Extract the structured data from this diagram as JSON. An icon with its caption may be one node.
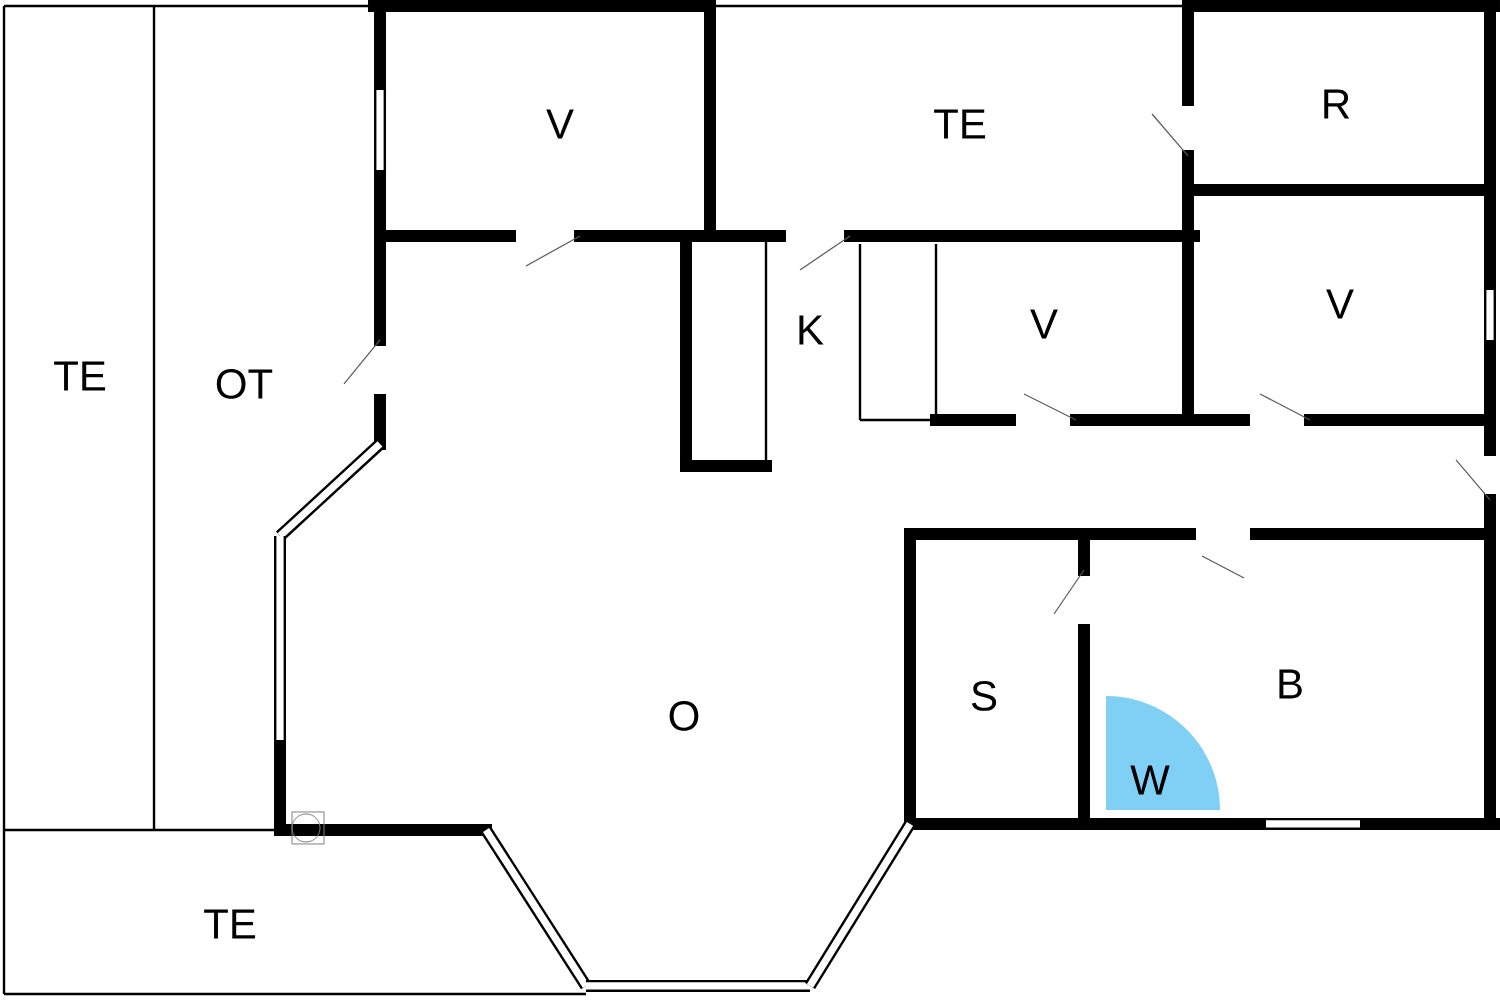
{
  "diagram": {
    "nodes": [
      {
        "text": [
          "TE"
        ]
      },
      {
        "text": [
          "OT"
        ]
      },
      {
        "text": [
          "V"
        ]
      },
      {
        "text": [
          "TE"
        ]
      },
      {
        "text": [
          "R"
        ]
      },
      {
        "text": [
          "K"
        ]
      },
      {
        "text": [
          "V"
        ]
      },
      {
        "text": [
          "V"
        ]
      },
      {
        "text": [
          "O"
        ]
      },
      {
        "text": [
          "S"
        ]
      },
      {
        "text": [
          "B"
        ]
      },
      {
        "text": [
          "W"
        ],
        "in": 10
      },
      {
        "text": [
          "TE"
        ]
      }
    ]
  }
}
